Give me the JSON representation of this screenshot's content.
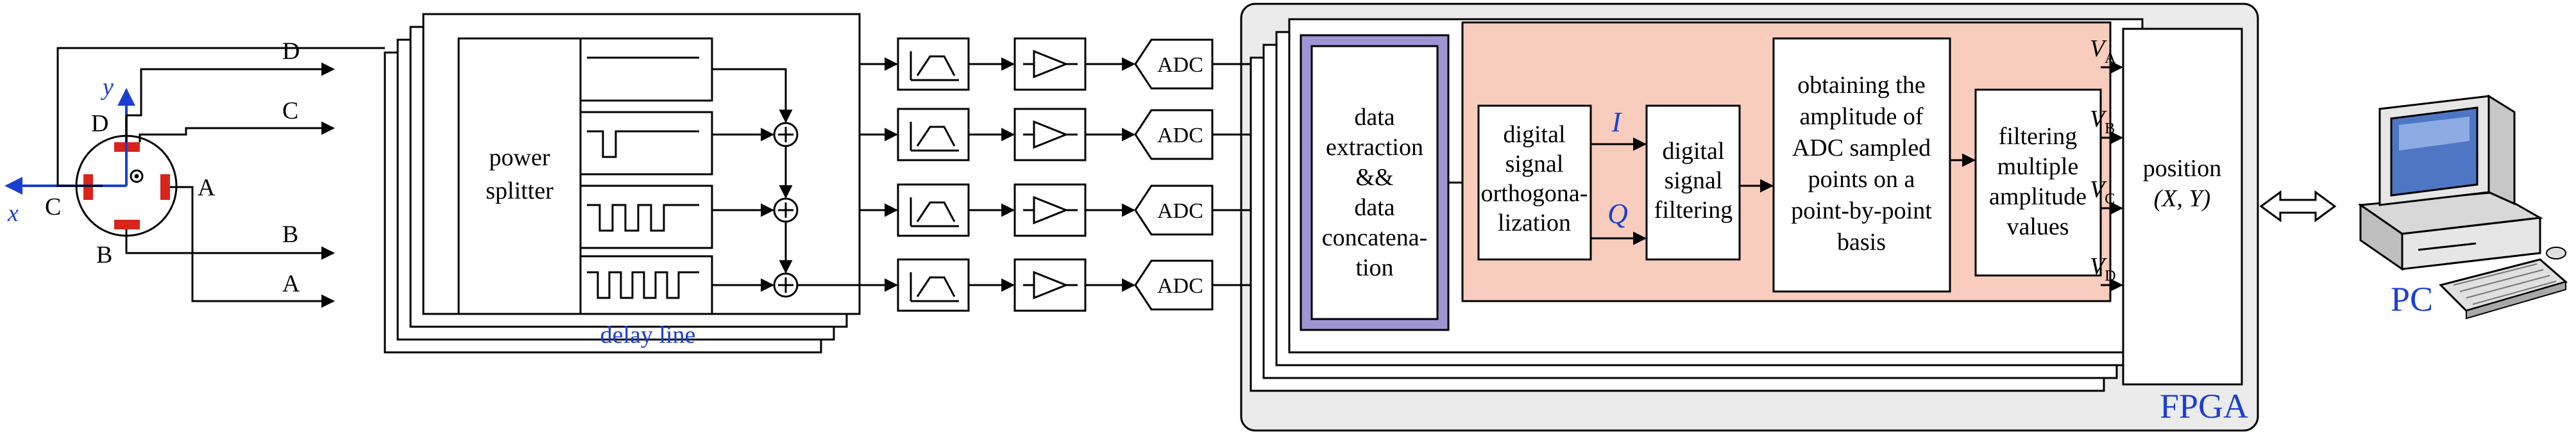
{
  "bpm": {
    "axis_x": "x",
    "axis_y": "y",
    "electrodes": {
      "a": "A",
      "b": "B",
      "c": "C",
      "d": "D"
    }
  },
  "channels": {
    "d": "D",
    "c": "C",
    "b": "B",
    "a": "A"
  },
  "splitter": {
    "line1": "power",
    "line2": "splitter"
  },
  "delay_line": "delay line",
  "adc_label": "ADC",
  "fpga": {
    "label": "FPGA",
    "extraction": [
      "data",
      "extraction",
      "&&",
      "data",
      "concatena-",
      "tion"
    ],
    "orthogonalization": [
      "digital",
      "signal",
      "orthogona-",
      "lization"
    ],
    "i_label": "I",
    "q_label": "Q",
    "filtering": [
      "digital",
      "signal",
      "filtering"
    ],
    "amplitude": [
      "obtaining the",
      "amplitude of",
      "ADC sampled",
      "points on a",
      "point-by-point",
      "basis"
    ],
    "multi_filter": [
      "filtering",
      "multiple",
      "amplitude",
      "values"
    ],
    "v_outputs": [
      {
        "main": "V",
        "sub": "A"
      },
      {
        "main": "V",
        "sub": "B"
      },
      {
        "main": "V",
        "sub": "C"
      },
      {
        "main": "V",
        "sub": "D"
      }
    ],
    "position": [
      "position",
      "(X, Y)"
    ]
  },
  "pc_label": "PC",
  "colors": {
    "fpga_bg": "#ebebeb",
    "processing_bg": "#f9cdbd",
    "extraction_frame": "#9f95d3",
    "blue_text": "#1a3fd0",
    "electrode": "#d9241c"
  }
}
